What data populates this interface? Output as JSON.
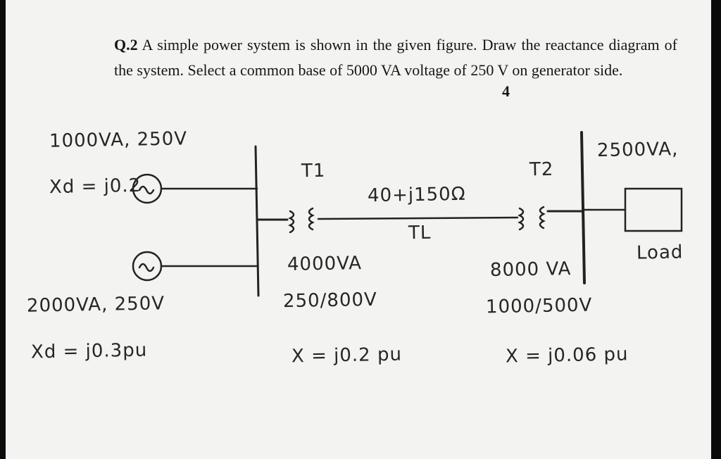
{
  "question": {
    "number": "Q.2",
    "text": "A simple power system is shown in the given figure. Draw the reactance diagram of the system. Select a common base of 5000 VA voltage of 250 V on generator side.",
    "marks": "4"
  },
  "diagram": {
    "gen1_rating": "1000VA, 250V",
    "gen1_reactance": "Xd = j0.2",
    "gen2_rating": "2000VA, 250V",
    "gen2_reactance": "Xd = j0.3pu",
    "t1_label": "T1",
    "t1_rating": "4000VA",
    "t1_voltage": "250/800V",
    "t1_reactance": "X = j0.2 pu",
    "line_impedance": "40+j150Ω",
    "line_label": "TL",
    "t2_label": "T2",
    "t2_rating": "8000 VA",
    "t2_voltage": "1000/500V",
    "t2_reactance": "X = j0.06 pu",
    "load_rating": "2500VA,",
    "load_label": "Load"
  }
}
